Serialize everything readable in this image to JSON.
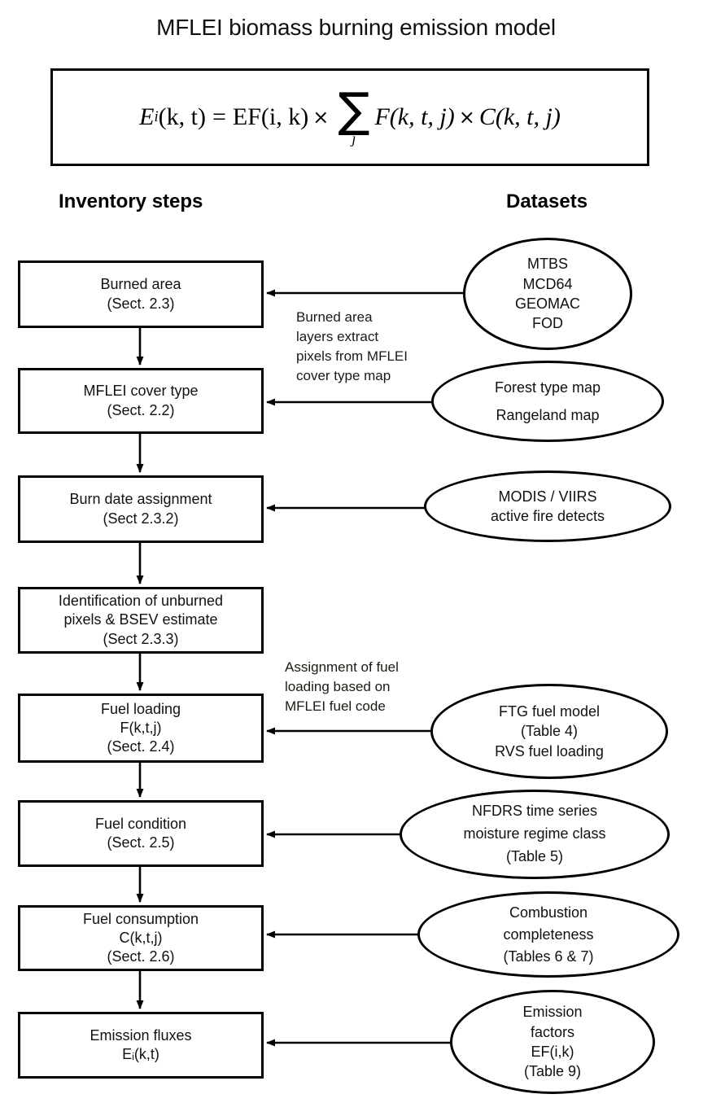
{
  "title": "MFLEI biomass burning emission model",
  "equation": {
    "text": "E_i(k,t) = EF(i,k) × ∑_j F(k,t,j) × C(k,t,j)",
    "lhs_symbol": "E",
    "lhs_sub": "i",
    "lhs_args": "(k, t)",
    "equals": "=",
    "ef_symbol": "EF",
    "ef_args": "(i, k)",
    "times_1": "×",
    "sum_symbol": "∑",
    "sum_index": "j",
    "f_symbol": "F",
    "f_args": "(k, t, j)",
    "times_2": "×",
    "c_symbol": "C",
    "c_args": "(k, t, j)"
  },
  "headers": {
    "left": "Inventory steps",
    "right": "Datasets"
  },
  "steps": [
    {
      "id": "burned-area",
      "lines": [
        "Burned  area",
        "(Sect. 2.3)"
      ]
    },
    {
      "id": "cover-type",
      "lines": [
        "MFLEI cover type",
        "(Sect. 2.2)"
      ]
    },
    {
      "id": "burn-date",
      "lines": [
        "Burn date assignment",
        "(Sect 2.3.2)"
      ]
    },
    {
      "id": "unburned-pixels",
      "lines": [
        "Identification of unburned",
        "pixels & BSEV estimate",
        "(Sect 2.3.3)"
      ]
    },
    {
      "id": "fuel-loading",
      "lines": [
        "Fuel loading",
        "F(k,t,j)",
        "(Sect. 2.4)"
      ]
    },
    {
      "id": "fuel-condition",
      "lines": [
        "Fuel condition",
        "(Sect. 2.5)"
      ]
    },
    {
      "id": "fuel-consumption",
      "lines": [
        "Fuel consumption",
        "C(k,t,j)",
        "(Sect. 2.6)"
      ]
    },
    {
      "id": "emission-fluxes",
      "lines": [
        "Emission fluxes",
        "Eᵢ(k,t)"
      ]
    }
  ],
  "datasets": [
    {
      "id": "burned-area-sources",
      "lines": [
        "MTBS",
        "MCD64",
        "GEOMAC",
        "FOD"
      ]
    },
    {
      "id": "cover-type-maps",
      "lines": [
        "Forest type map",
        "Rangeland map"
      ]
    },
    {
      "id": "active-fire",
      "lines": [
        "MODIS / VIIRS",
        "active fire detects"
      ]
    },
    {
      "id": "ftg-fuel-model",
      "lines": [
        "FTG fuel model",
        "(Table 4)",
        "RVS fuel loading"
      ]
    },
    {
      "id": "nfdrs",
      "lines": [
        "NFDRS  time series",
        "moisture regime class",
        "(Table 5)"
      ]
    },
    {
      "id": "combustion",
      "lines": [
        "Combustion",
        "completeness",
        "(Tables  6 & 7)"
      ]
    },
    {
      "id": "emission-factors",
      "lines": [
        "Emission",
        "factors",
        "EF(i,k)",
        "(Table 9)"
      ]
    }
  ],
  "annotations": [
    {
      "id": "burned-area-note",
      "lines": [
        "Burned area",
        "layers extract",
        "pixels from MFLEI",
        "cover type map"
      ]
    },
    {
      "id": "fuel-loading-note",
      "lines": [
        "Assignment of fuel",
        "loading based on",
        "MFLEI fuel code"
      ]
    }
  ],
  "colors": {
    "stroke": "#000000",
    "background": "#ffffff",
    "text": "#111111"
  }
}
